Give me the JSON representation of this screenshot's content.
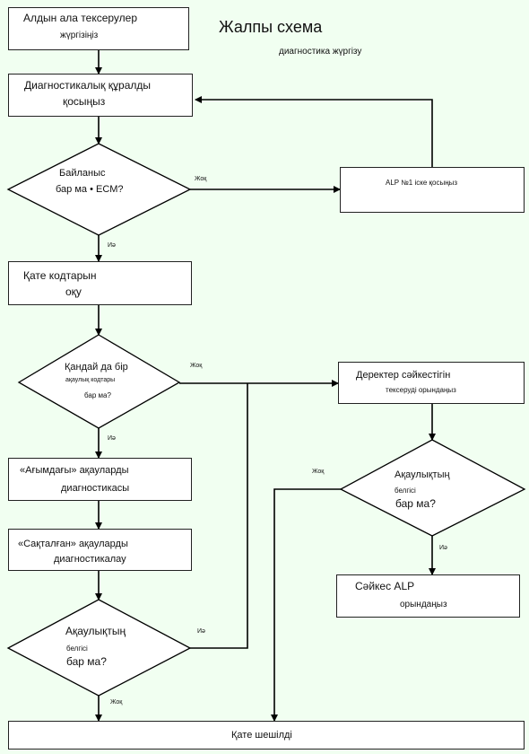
{
  "title": "Жалпы схема",
  "subtitle": "диагностика жүргізу",
  "boxes": {
    "precheck": [
      "Алдын ала тексерулер",
      "жүргізіңіз"
    ],
    "connect_tool": [
      "Диагностикалық құралды",
      "қосыңыз"
    ],
    "alp1": "ALP №1 іске қосыңыз",
    "read_codes": [
      "Қате кодтарын",
      "оқу"
    ],
    "live_faults": [
      "«Ағымдағы» ақауларды",
      "диагностикасы"
    ],
    "stored_faults": [
      "«Сақталған» ақауларды",
      "диагностикалау"
    ],
    "data_check": [
      "Деректер сәйкестігін",
      "тексеруді орындаңыз"
    ],
    "matching_alp": [
      "Сәйкес ALP",
      "орындаңыз"
    ],
    "resolved": "Қате шешілді"
  },
  "decisions": {
    "comm_ecm": [
      "Байланыс",
      "бар ма • ECM?"
    ],
    "any_codes": [
      "Қандай да бір",
      "ақаулық кодтары",
      "бар ма?"
    ],
    "symptom_right": [
      "Ақаулықтың",
      "белгісі",
      "бар ма?"
    ],
    "symptom_left": [
      "Ақаулықтың",
      "белгісі",
      "бар ма?"
    ]
  },
  "labels": {
    "no": "Жоқ",
    "yes": "Иә"
  }
}
